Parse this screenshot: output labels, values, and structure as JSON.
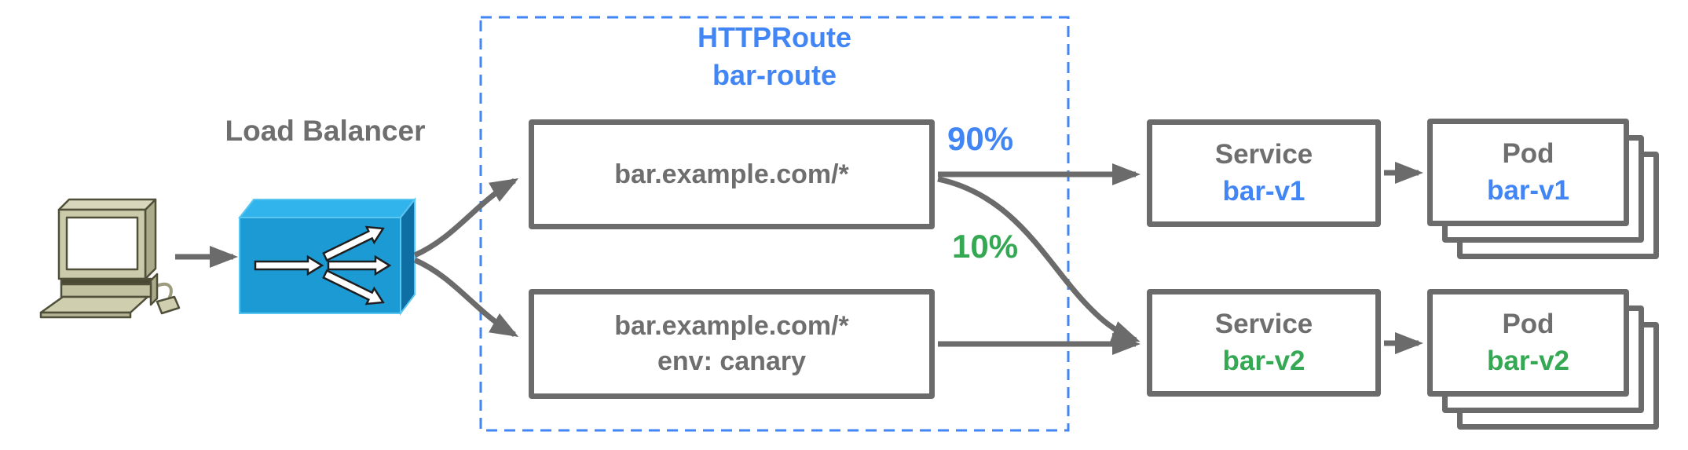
{
  "labels": {
    "load_balancer": "Load Balancer",
    "group_title_line1": "HTTPRoute",
    "group_title_line2": "bar-route"
  },
  "routes": [
    {
      "line1": "bar.example.com/*"
    },
    {
      "line1": "bar.example.com/*",
      "line2": "env: canary"
    }
  ],
  "weights": [
    {
      "label": "90%"
    },
    {
      "label": "10%"
    }
  ],
  "services": [
    {
      "kind": "Service",
      "name": "bar-v1"
    },
    {
      "kind": "Service",
      "name": "bar-v2"
    }
  ],
  "pods": [
    {
      "kind": "Pod",
      "name": "bar-v1"
    },
    {
      "kind": "Pod",
      "name": "bar-v2"
    }
  ],
  "colors": {
    "accent_blue": "#4285F4",
    "accent_green": "#34A853",
    "line_gray": "#6b6b6b",
    "text_gray": "#6e6e6e",
    "lb_front": "#1B9AD4",
    "lb_top": "#31B4EC",
    "lb_side": "#0E6FA4",
    "computer_beige": "#CBCAAA"
  }
}
